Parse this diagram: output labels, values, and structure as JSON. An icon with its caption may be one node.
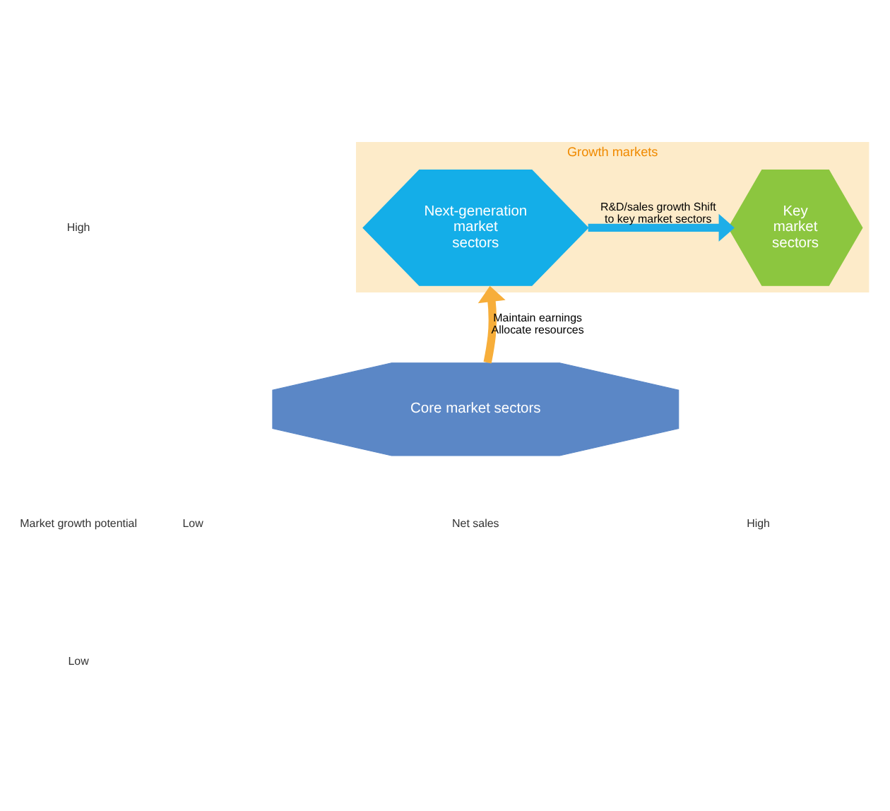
{
  "diagram": {
    "nodes": [
      {
        "text": [
          "Growth markets"
        ]
      },
      {
        "text": [
          "Next-generation market sectors"
        ],
        "in": 0
      },
      {
        "text": [
          "Key market sectors"
        ],
        "in": 0
      },
      {
        "text": [
          "Core market sectors"
        ]
      }
    ],
    "edges": [
      {
        "from": 1,
        "to": 2,
        "arrow": "to",
        "label": "R&D/sales growth Shift to key market sectors",
        "color": "#1eaee8"
      },
      {
        "from": 3,
        "to": 0,
        "arrow": "to",
        "label": "Maintain earnings Allocate resources",
        "color": "#f7ae3a"
      }
    ],
    "labels": [
      "High",
      "Market growth potential",
      "Low",
      "Low",
      "Net sales",
      "High"
    ]
  }
}
